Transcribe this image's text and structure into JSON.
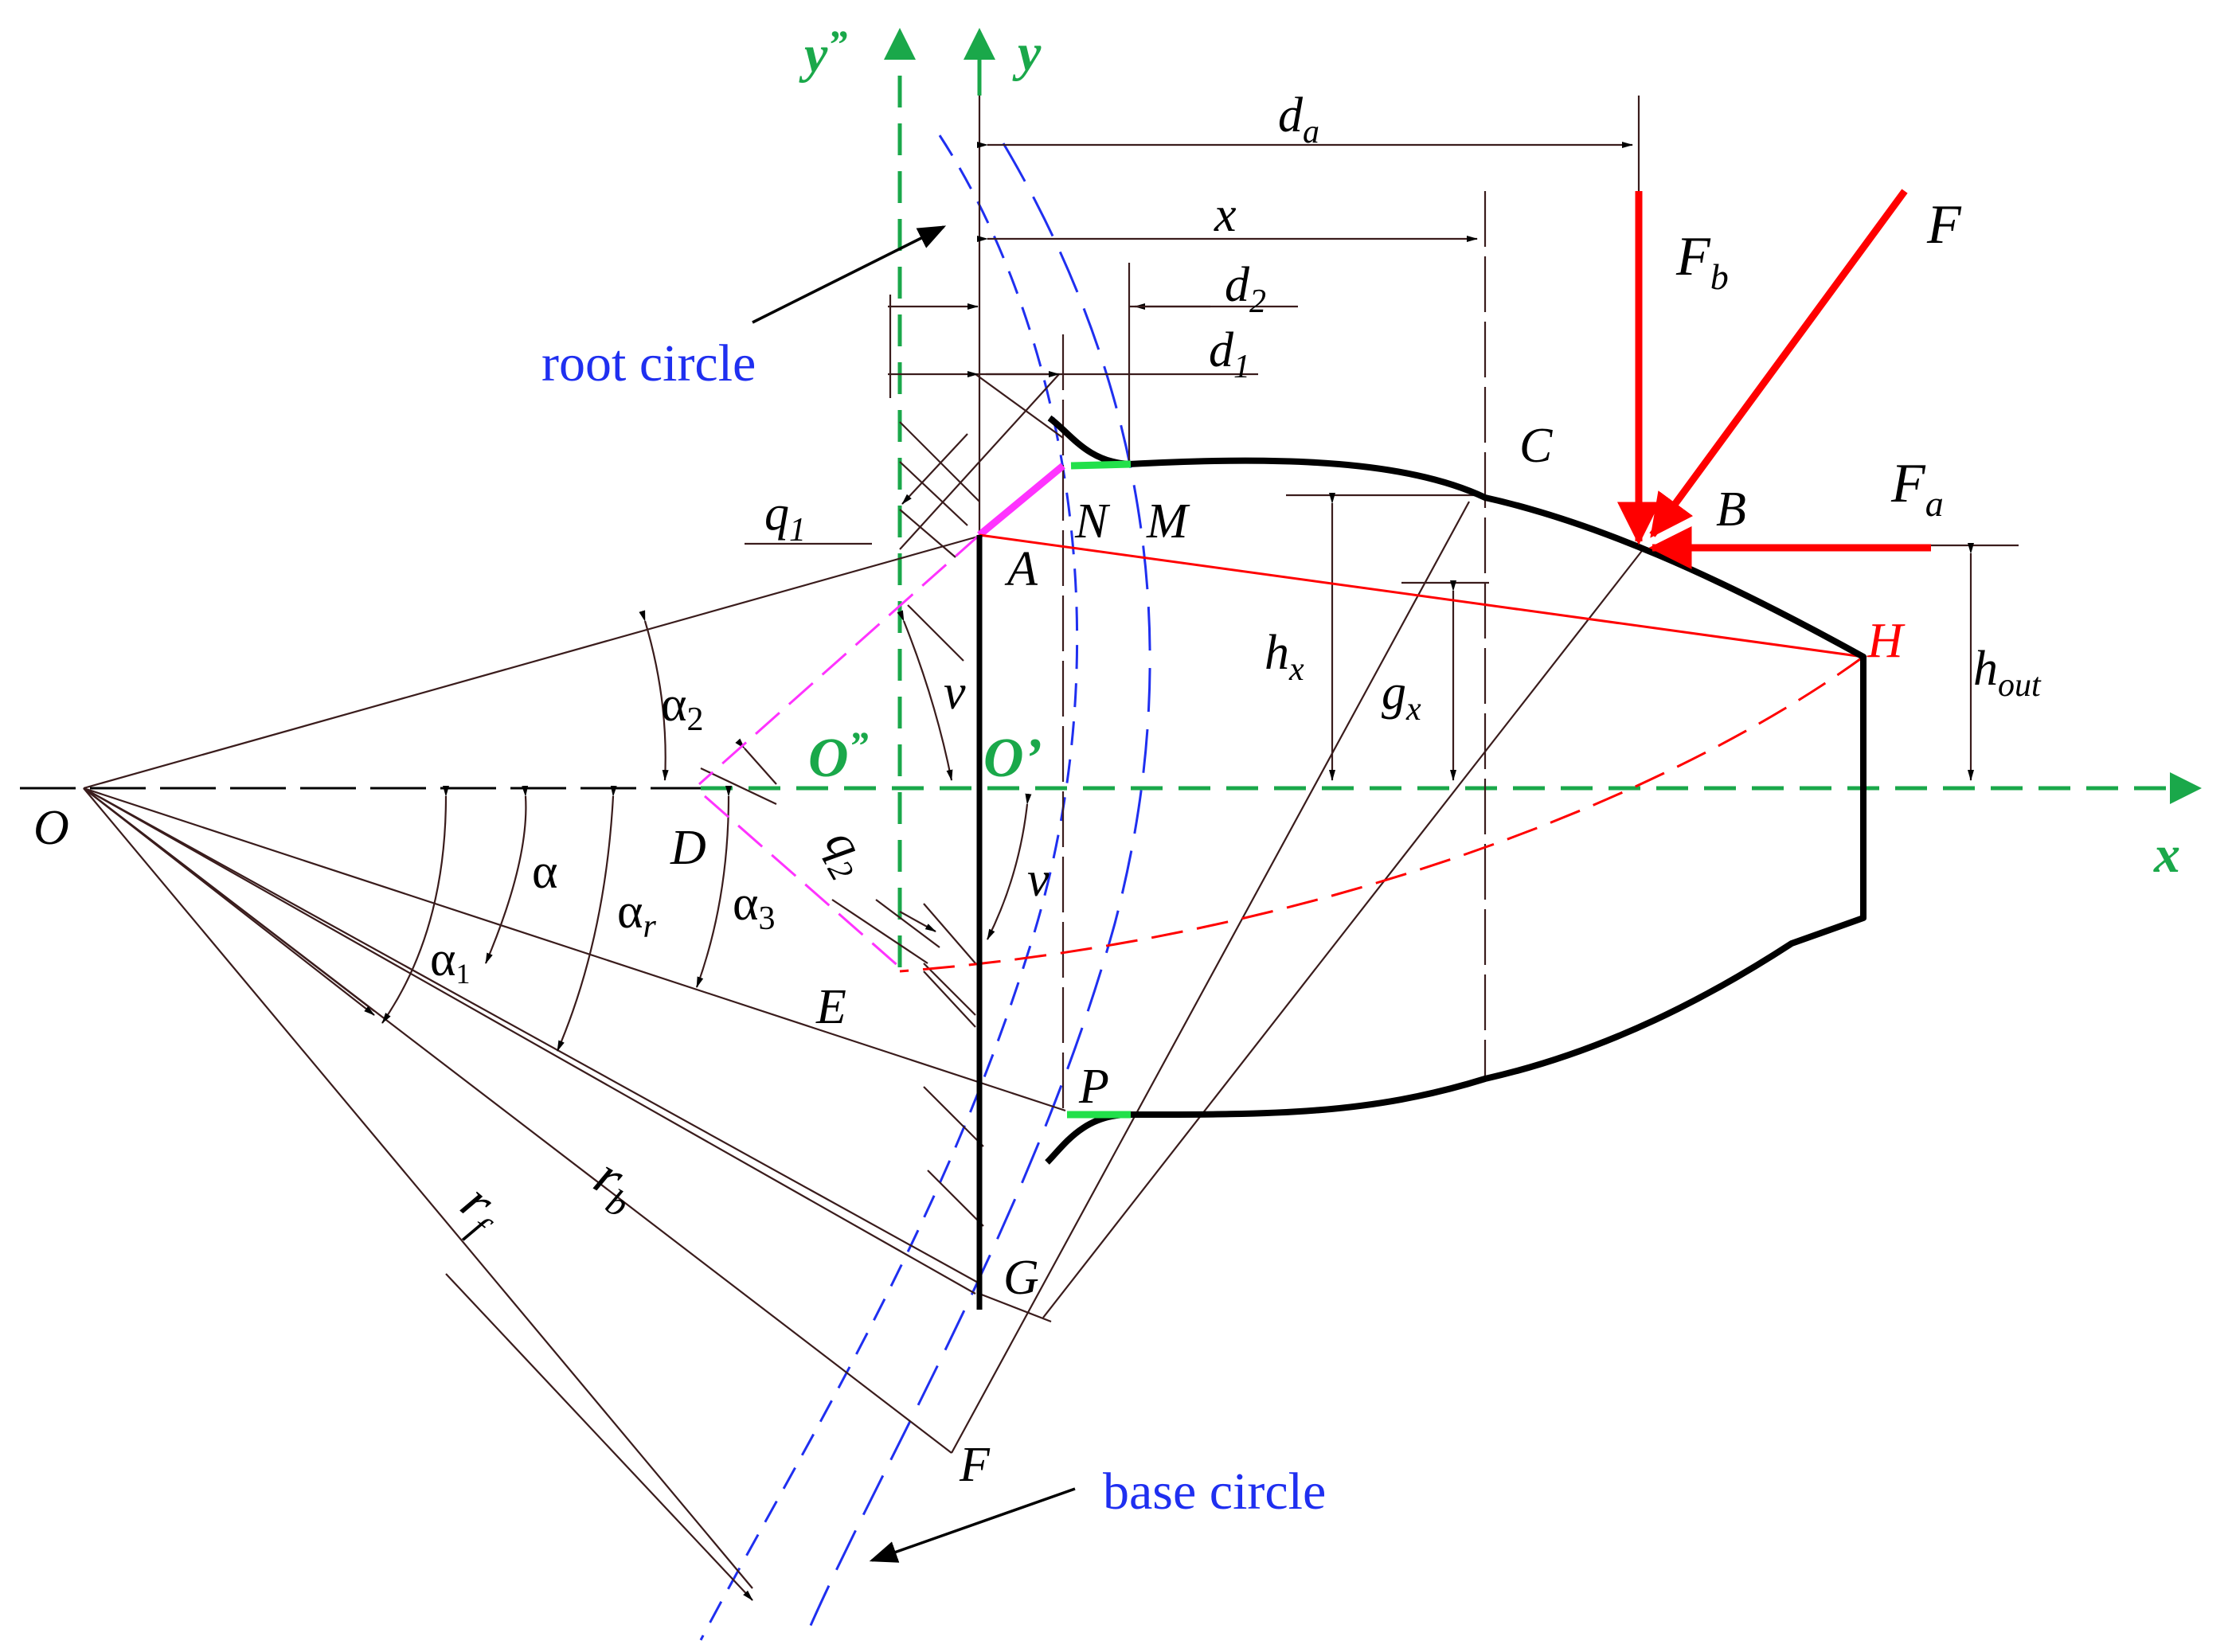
{
  "colors": {
    "ink": "#000000",
    "thin": "#3a1c1c",
    "axis": "#1aa84a",
    "circle": "#1f2ff0",
    "force": "#ff0000",
    "magenta": "#ff33ff",
    "flat": "#22e04a"
  },
  "labels": {
    "y_dd": "y",
    "y_dd_mark": "”",
    "y": "y",
    "x": "x",
    "o_dd": "O",
    "o_dd_mark": "”",
    "o_p": "O’",
    "O": "O",
    "A": "A",
    "N": "N",
    "M": "M",
    "C": "C",
    "B": "B",
    "H": "H",
    "D": "D",
    "E": "E",
    "P": "P",
    "G": "G",
    "F_pt": "F",
    "F": "F",
    "Fb": "F",
    "Fb_sub": "b",
    "Fa": "F",
    "Fa_sub": "a",
    "da": "d",
    "da_sub": "a",
    "x_dim": "x",
    "d2": "d",
    "d2_sub": "2",
    "d1": "d",
    "d1_sub": "1",
    "q1": "q",
    "q1_sub": "1",
    "q2": "q",
    "q2_sub": "2",
    "hx": "h",
    "hx_sub": "x",
    "gx": "g",
    "gx_sub": "x",
    "hout": "h",
    "hout_sub": "out",
    "v_upper": "v",
    "v_lower": "v",
    "alpha": "α",
    "alpha_r": "α",
    "alpha_r_sub": "r",
    "alpha1": "α",
    "alpha1_sub": "1",
    "alpha2": "α",
    "alpha2_sub": "2",
    "alpha3": "α",
    "alpha3_sub": "3",
    "rf": "r",
    "rf_sub": "f",
    "rb": "r",
    "rb_sub": "b",
    "root_circle": "root circle",
    "base_circle": "base circle"
  }
}
